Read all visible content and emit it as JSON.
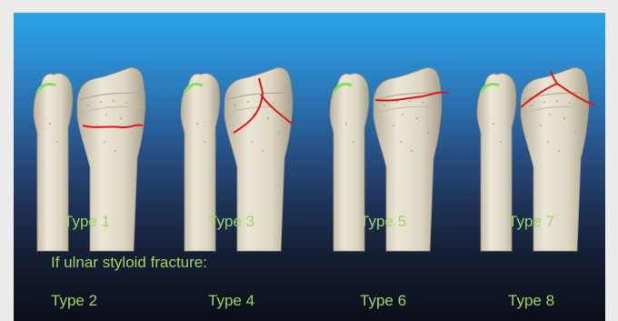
{
  "labels": {
    "type1": "Type 1",
    "type3": "Type 3",
    "type5": "Type 5",
    "type7": "Type 7",
    "condition": "If ulnar styloid fracture:",
    "type2": "Type 2",
    "type4": "Type 4",
    "type6": "Type 6",
    "type8": "Type 8"
  },
  "colors": {
    "label_text": "#9ed36a",
    "fracture_line": "#e01818",
    "ulnar_styloid_highlight": "#7fe05a",
    "bone": "#e2dccb"
  },
  "panels": [
    {
      "fracture": "transverse-metaphyseal"
    },
    {
      "fracture": "intra-articular-oblique"
    },
    {
      "fracture": "transverse-extending-to-distal-surface"
    },
    {
      "fracture": "comminuted-intra-articular"
    }
  ]
}
